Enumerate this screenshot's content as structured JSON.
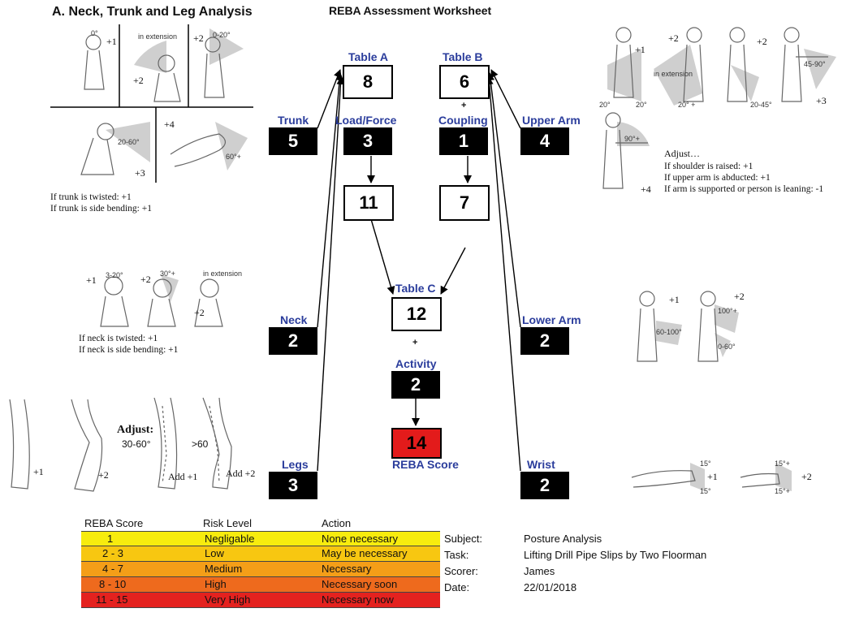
{
  "titles": {
    "section": "A. Neck, Trunk and Leg Analysis",
    "worksheet": "REBA Assessment Worksheet"
  },
  "labels": {
    "table_a": "Table A",
    "table_b": "Table B",
    "table_c": "Table C",
    "trunk": "Trunk",
    "load_force": "Load/Force",
    "coupling": "Coupling",
    "upper_arm": "Upper Arm",
    "neck": "Neck",
    "lower_arm": "Lower Arm",
    "activity": "Activity",
    "legs": "Legs",
    "wrist": "Wrist",
    "reba_score": "REBA Score",
    "plus": "+"
  },
  "values": {
    "table_a": "8",
    "table_b": "6",
    "trunk": "5",
    "load_force": "3",
    "coupling": "1",
    "upper_arm": "4",
    "sum_a": "11",
    "sum_b": "7",
    "table_c": "12",
    "neck": "2",
    "lower_arm": "2",
    "activity": "2",
    "reba_score": "14",
    "legs": "3",
    "wrist": "2"
  },
  "trunk_panel": {
    "deg_0": "0°",
    "score_1": "+1",
    "in_extension": "in extension",
    "score_2a": "+2",
    "score_2b": "+2",
    "deg_0_20": "0-20°",
    "score_4": "+4",
    "deg_20_60": "20-60°",
    "deg_60": "60°+",
    "score_3": "+3",
    "note_twisted": "If trunk is twisted: +1",
    "note_side": "If trunk is side bending:  +1"
  },
  "neck_panel": {
    "score_1": "+1",
    "deg_10_20": "3-20°",
    "score_2a": "+2",
    "deg_20": "30°+",
    "in_extension": "in extension",
    "score_2b": "+2",
    "note_twisted": "If neck is twisted:  +1",
    "note_side": "If neck is side bending:  +1"
  },
  "legs_panel": {
    "score_1": "+1",
    "score_2": "+2",
    "adjust": "Adjust:",
    "deg_30_60": "30-60°",
    "deg_60": ">60",
    "add_1": "Add +1",
    "add_2": "Add +2"
  },
  "upper_arm_panel": {
    "score_1": "+1",
    "score_2a": "+2",
    "score_2b": "+2",
    "in_extension": "in extension",
    "deg_20a": "20°",
    "deg_20b": "20°",
    "deg_20c": "20° +",
    "deg_20_45": "20-45°",
    "deg_45_90": "45-90°",
    "score_3": "+3",
    "deg_90": "90°+",
    "score_4": "+4",
    "adjust": "Adjust…",
    "adj_1": "If shoulder is raised:  +1",
    "adj_2": "If upper arm is abducted:  +1",
    "adj_3": "If arm is supported or person is leaning: -1"
  },
  "lower_arm_panel": {
    "score_1": "+1",
    "score_2": "+2",
    "deg_60_100": "60-100°",
    "deg_100": "100°+",
    "deg_0_60": "0-60°"
  },
  "wrist_panel": {
    "deg_15a": "15°",
    "deg_15b": "15°",
    "score_1": "+1",
    "deg_15c": "15°+",
    "deg_15d": "15°+",
    "score_2": "+2"
  },
  "legend": {
    "head_score": "REBA Score",
    "head_risk": "Risk Level",
    "head_action": "Action",
    "rows": [
      {
        "score": "1",
        "risk": "Negligable",
        "action": "None necessary",
        "color": "#f7ec0e"
      },
      {
        "score": "2 - 3",
        "risk": "Low",
        "action": "May be necessary",
        "color": "#f7c711"
      },
      {
        "score": "4 - 7",
        "risk": "Medium",
        "action": "Necessary",
        "color": "#f49e18"
      },
      {
        "score": "8 - 10",
        "risk": "High",
        "action": "Necessary soon",
        "color": "#ee6a1d"
      },
      {
        "score": "11 - 15",
        "risk": "Very High",
        "action": "Necessary now",
        "color": "#e4221f"
      }
    ]
  },
  "info": {
    "subject_label": "Subject:",
    "subject_value": "Posture Analysis",
    "task_label": "Task:",
    "task_value": "Lifting Drill Pipe Slips by Two Floorman",
    "scorer_label": "Scorer:",
    "scorer_value": "James",
    "date_label": "Date:",
    "date_value": "22/01/2018"
  },
  "colors": {
    "label_blue": "#2b3d9c",
    "final_red": "#e31b1b",
    "zone_gray": "#cfcfcf"
  }
}
